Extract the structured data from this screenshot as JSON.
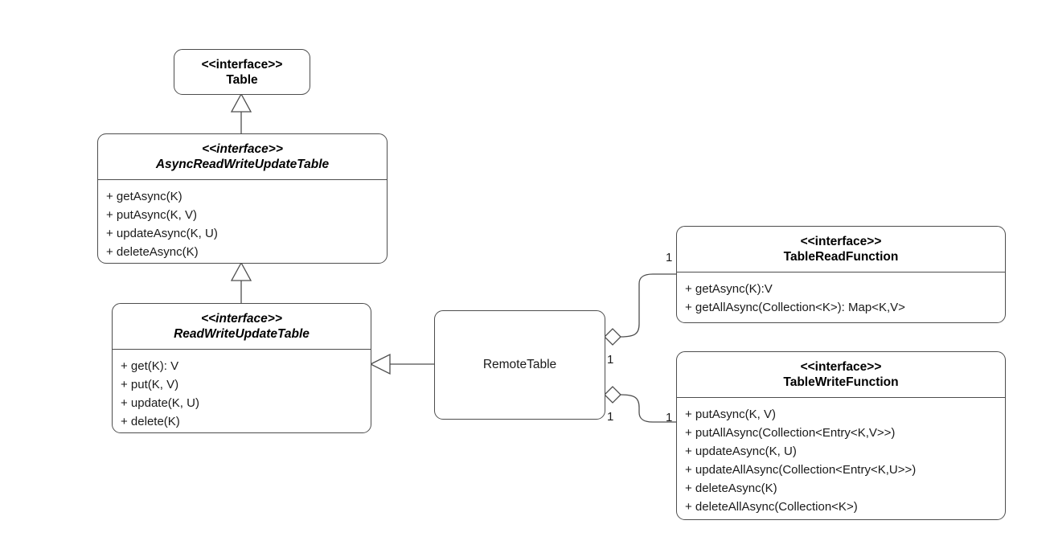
{
  "diagram": {
    "type": "uml-class-diagram",
    "background": "#ffffff",
    "line_color": "#4d4d4d",
    "text_color": "#1a1a1a"
  },
  "classes": {
    "table": {
      "stereotype": "<<interface>>",
      "name": "Table",
      "members": []
    },
    "async_read_write_update_table": {
      "stereotype": "<<interface>>",
      "name": "AsyncReadWriteUpdateTable",
      "members": [
        "+ getAsync(K)",
        "+ putAsync(K, V)",
        "+ updateAsync(K, U)",
        "+ deleteAsync(K)"
      ]
    },
    "read_write_update_table": {
      "stereotype": "<<interface>>",
      "name": "ReadWriteUpdateTable",
      "members": [
        "+ get(K): V",
        "+ put(K, V)",
        "+ update(K, U)",
        "+ delete(K)"
      ]
    },
    "remote_table": {
      "name": "RemoteTable",
      "members": []
    },
    "table_read_function": {
      "stereotype": "<<interface>>",
      "name": "TableReadFunction",
      "members": [
        "+ getAsync(K):V",
        "+ getAllAsync(Collection<K>): Map<K,V>"
      ]
    },
    "table_write_function": {
      "stereotype": "<<interface>>",
      "name": "TableWriteFunction",
      "members": [
        "+ putAsync(K, V)",
        "+ putAllAsync(Collection<Entry<K,V>>)",
        "+ updateAsync(K, U)",
        "+ updateAllAsync(Collection<Entry<K,U>>)",
        "+ deleteAsync(K)",
        "+ deleteAllAsync(Collection<K>)"
      ]
    }
  },
  "multiplicities": {
    "remote_table_read_source": "1",
    "table_read_function_target": "1",
    "remote_table_write_source": "1",
    "table_write_function_target": "1"
  },
  "relationships": [
    {
      "name": "table-inheritance",
      "from": "AsyncReadWriteUpdateTable",
      "to": "Table",
      "kind": "generalization"
    },
    {
      "name": "async-inheritance",
      "from": "ReadWriteUpdateTable",
      "to": "AsyncReadWriteUpdateTable",
      "kind": "generalization"
    },
    {
      "name": "remote-table-realization",
      "from": "RemoteTable",
      "to": "ReadWriteUpdateTable",
      "kind": "realization"
    },
    {
      "name": "remote-table-read-aggregation",
      "from": "RemoteTable",
      "to": "TableReadFunction",
      "kind": "aggregation"
    },
    {
      "name": "remote-table-write-aggregation",
      "from": "RemoteTable",
      "to": "TableWriteFunction",
      "kind": "aggregation"
    }
  ]
}
